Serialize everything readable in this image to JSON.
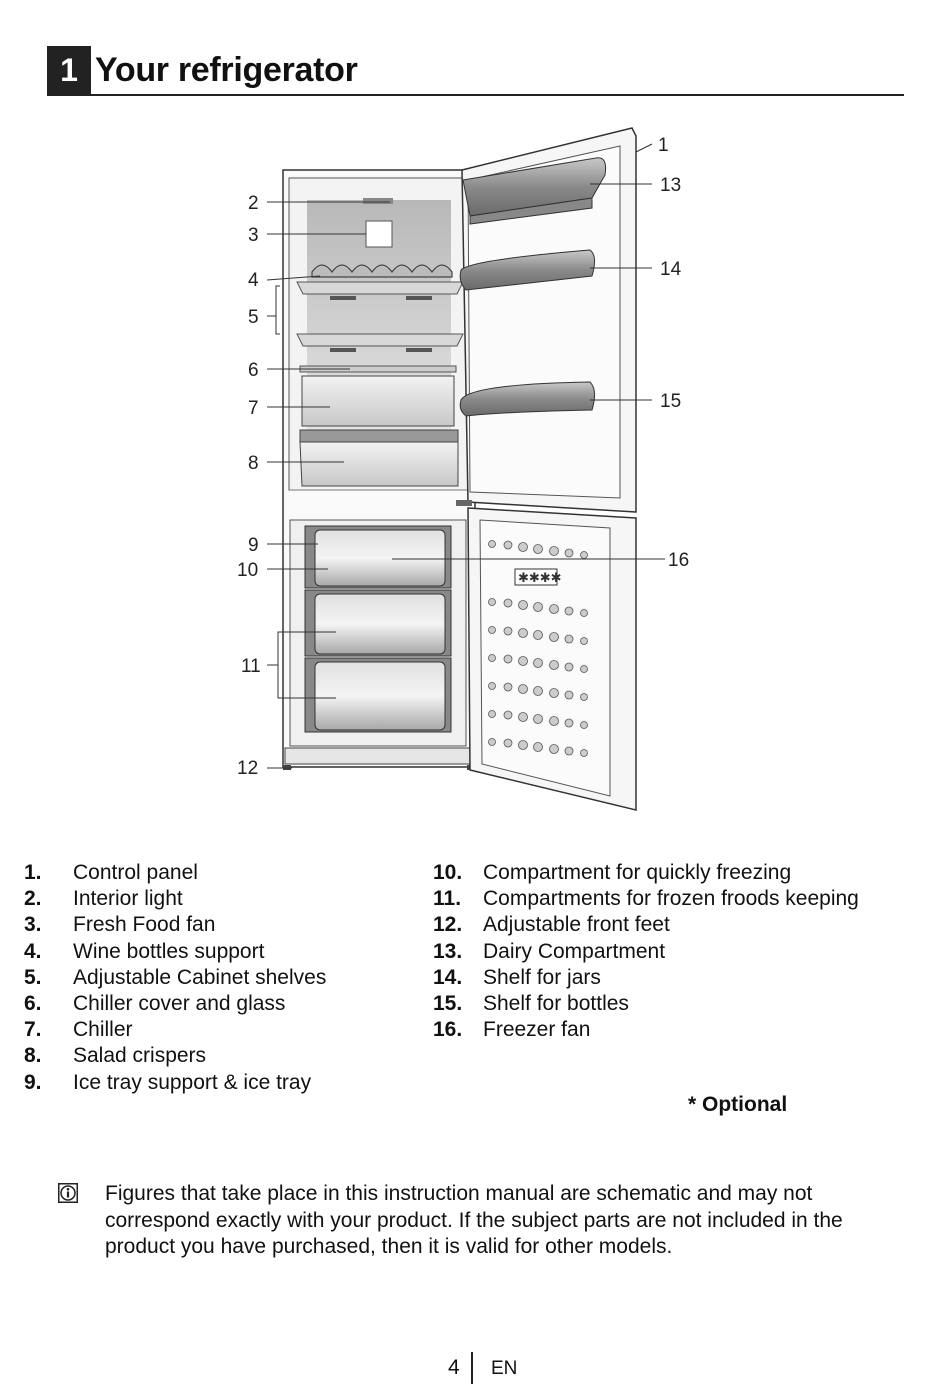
{
  "header": {
    "chapter_number": "1",
    "title": "Your refrigerator"
  },
  "figure": {
    "callouts": [
      "1",
      "2",
      "3",
      "4",
      "5",
      "6",
      "7",
      "8",
      "9",
      "10",
      "11",
      "12",
      "13",
      "14",
      "15",
      "16"
    ]
  },
  "legend": {
    "left": [
      {
        "num": "1.",
        "text": "Control panel"
      },
      {
        "num": "2.",
        "text": "Interior light"
      },
      {
        "num": "3.",
        "text": "Fresh Food fan"
      },
      {
        "num": "4.",
        "text": "Wine bottles support"
      },
      {
        "num": "5.",
        "text": "Adjustable Cabinet shelves"
      },
      {
        "num": "6.",
        "text": "Chiller cover and glass"
      },
      {
        "num": "7.",
        "text": "Chiller"
      },
      {
        "num": "8.",
        "text": "Salad crispers"
      },
      {
        "num": "9.",
        "text": "Ice tray support & ice tray"
      }
    ],
    "right": [
      {
        "num": "10.",
        "text": "Compartment for quickly freezing"
      },
      {
        "num": "11.",
        "text": "Compartments for frozen froods keeping"
      },
      {
        "num": "12.",
        "text": "Adjustable front feet"
      },
      {
        "num": "13.",
        "text": "Dairy Compartment"
      },
      {
        "num": "14.",
        "text": "Shelf for jars"
      },
      {
        "num": "15.",
        "text": "Shelf for bottles"
      },
      {
        "num": "16.",
        "text": "Freezer fan"
      }
    ]
  },
  "optional_note": "* Optional",
  "info_note": {
    "icon": "info-icon",
    "text": "Figures that take place in this instruction manual are schematic and may not correspond exactly with your product. If the subject parts are not included in the product you have purchased, then it is valid for other models."
  },
  "footer": {
    "page_number": "4",
    "language": "EN"
  }
}
